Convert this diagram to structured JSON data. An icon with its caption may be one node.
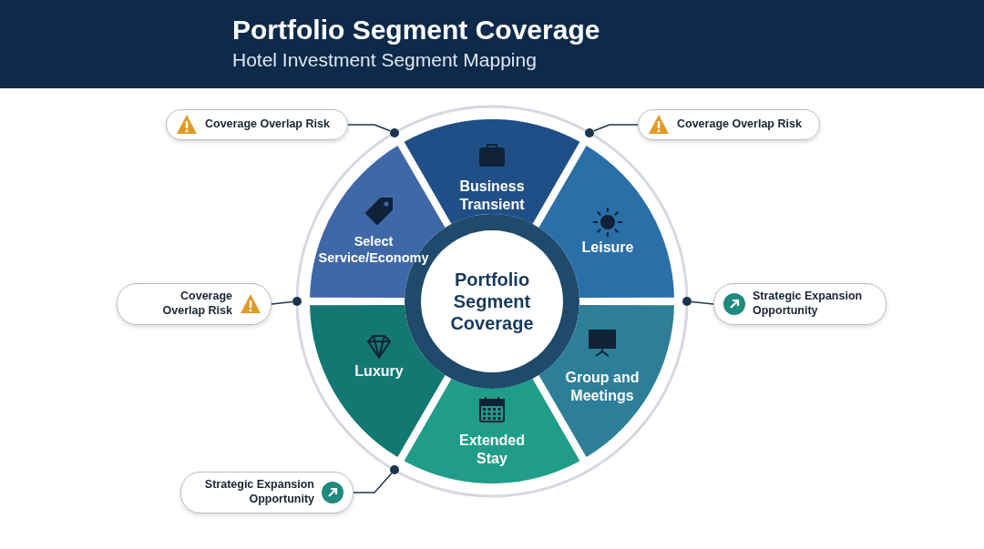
{
  "diagram": {
    "title": "Portfolio Segment Coverage",
    "nodes": [
      {
        "text": [
          "Portfolio Segment Coverage"
        ]
      },
      {
        "text": [
          "Business Transient"
        ]
      },
      {
        "text": [
          "Leisure"
        ]
      },
      {
        "text": [
          "Group and Meetings"
        ]
      },
      {
        "text": [
          "Extended Stay"
        ]
      },
      {
        "text": [
          "Luxury"
        ]
      },
      {
        "text": [
          "Select Service/Economy"
        ]
      },
      {
        "text": [
          "Coverage Overlap Risk"
        ]
      },
      {
        "text": [
          "Coverage Overlap Risk"
        ]
      },
      {
        "text": [
          "Coverage Overlap Risk"
        ]
      },
      {
        "text": [
          "Strategic Expansion Opportunity"
        ]
      },
      {
        "text": [
          "Strategic Expansion Opportunity"
        ]
      },
      {
        "text": [],
        "shape": "circle"
      },
      {
        "text": [],
        "shape": "circle"
      },
      {
        "text": [],
        "shape": "circle"
      },
      {
        "text": [],
        "shape": "circle"
      },
      {
        "text": [],
        "shape": "circle"
      }
    ],
    "edges": [
      {
        "from": 7,
        "to": 12,
        "arrow": "none"
      },
      {
        "from": 8,
        "to": 13,
        "arrow": "none"
      },
      {
        "from": 9,
        "to": 14,
        "arrow": "none"
      },
      {
        "from": 10,
        "to": 15,
        "arrow": "none"
      },
      {
        "from": 11,
        "to": 16,
        "arrow": "none"
      }
    ],
    "labels": [
      "Hotel Investment Segment Mapping"
    ]
  }
}
